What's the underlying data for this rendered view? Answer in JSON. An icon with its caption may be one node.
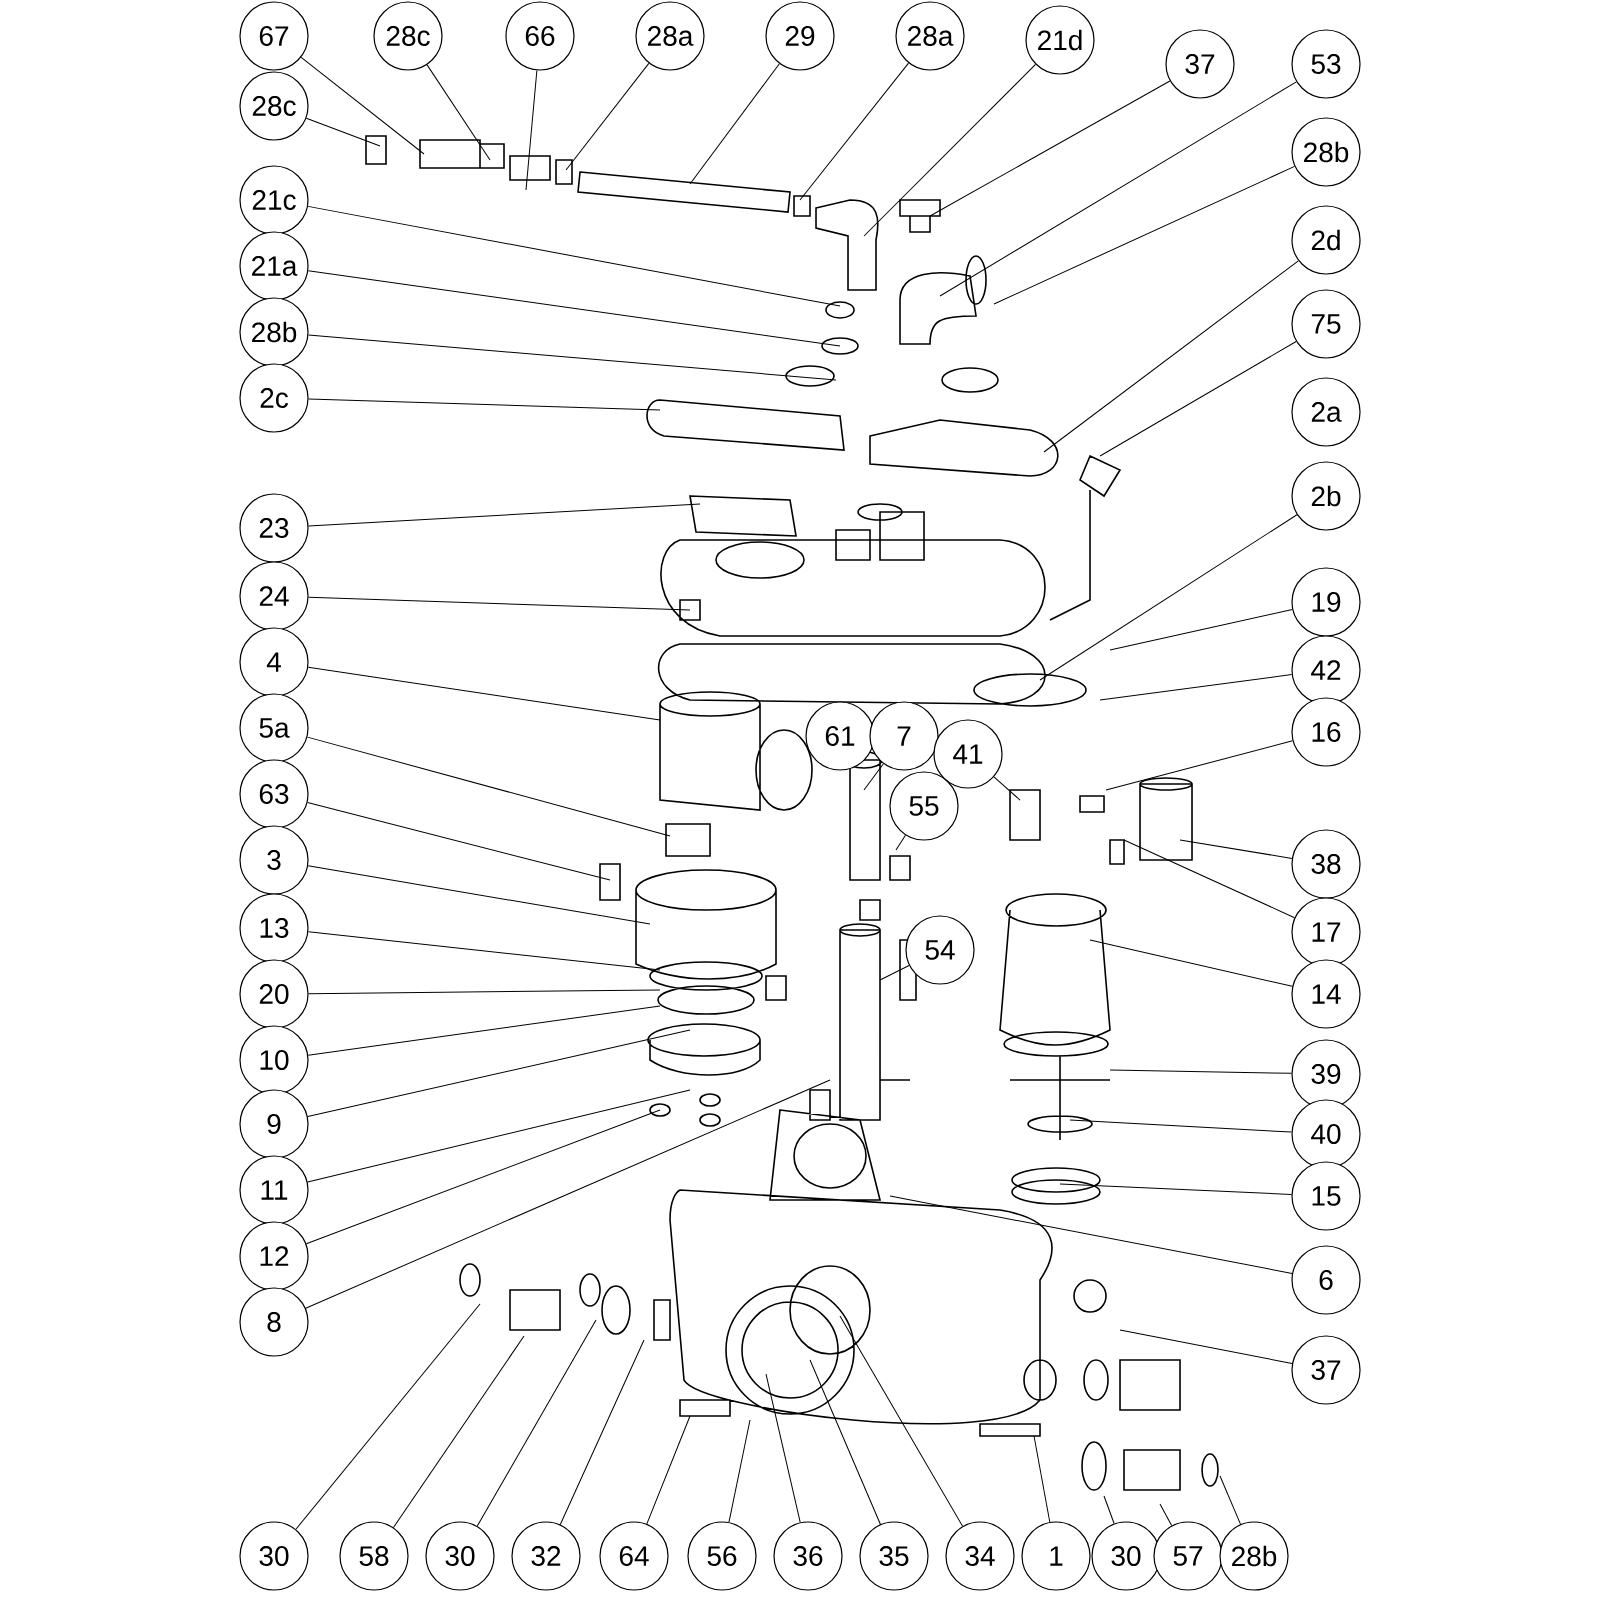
{
  "diagram": {
    "nodes": [
      {
        "text": [
          "67"
        ]
      },
      {
        "text": [
          "28c"
        ]
      },
      {
        "text": [
          "66"
        ]
      },
      {
        "text": [
          "28a"
        ]
      },
      {
        "text": [
          "29"
        ]
      },
      {
        "text": [
          "28a"
        ]
      },
      {
        "text": [
          "21d"
        ]
      },
      {
        "text": [
          "37"
        ]
      },
      {
        "text": [
          "53"
        ]
      },
      {
        "text": [
          "28c"
        ]
      },
      {
        "text": [
          "28b"
        ]
      },
      {
        "text": [
          "21c"
        ]
      },
      {
        "text": [
          "2d"
        ]
      },
      {
        "text": [
          "21a"
        ]
      },
      {
        "text": [
          "75"
        ]
      },
      {
        "text": [
          "28b"
        ]
      },
      {
        "text": [
          "2c"
        ]
      },
      {
        "text": [
          "2a"
        ]
      },
      {
        "text": [
          "2b"
        ]
      },
      {
        "text": [
          "23"
        ]
      },
      {
        "text": [
          "24"
        ]
      },
      {
        "text": [
          "19"
        ]
      },
      {
        "text": [
          "4"
        ]
      },
      {
        "text": [
          "42"
        ]
      },
      {
        "text": [
          "61"
        ]
      },
      {
        "text": [
          "7"
        ]
      },
      {
        "text": [
          "5a"
        ]
      },
      {
        "text": [
          "41"
        ]
      },
      {
        "text": [
          "16"
        ]
      },
      {
        "text": [
          "55"
        ]
      },
      {
        "text": [
          "63"
        ]
      },
      {
        "text": [
          "38"
        ]
      },
      {
        "text": [
          "3"
        ]
      },
      {
        "text": [
          "17"
        ]
      },
      {
        "text": [
          "13"
        ]
      },
      {
        "text": [
          "54"
        ]
      },
      {
        "text": [
          "14"
        ]
      },
      {
        "text": [
          "20"
        ]
      },
      {
        "text": [
          "10"
        ]
      },
      {
        "text": [
          "39"
        ]
      },
      {
        "text": [
          "9"
        ]
      },
      {
        "text": [
          "40"
        ]
      },
      {
        "text": [
          "11"
        ]
      },
      {
        "text": [
          "15"
        ]
      },
      {
        "text": [
          "12"
        ]
      },
      {
        "text": [
          "6"
        ]
      },
      {
        "text": [
          "8"
        ]
      },
      {
        "text": [
          "37"
        ]
      },
      {
        "text": [
          "30"
        ]
      },
      {
        "text": [
          "58"
        ]
      },
      {
        "text": [
          "30"
        ]
      },
      {
        "text": [
          "32"
        ]
      },
      {
        "text": [
          "64"
        ]
      },
      {
        "text": [
          "56"
        ]
      },
      {
        "text": [
          "36"
        ]
      },
      {
        "text": [
          "35"
        ]
      },
      {
        "text": [
          "34"
        ]
      },
      {
        "text": [
          "1"
        ]
      },
      {
        "text": [
          "30"
        ]
      },
      {
        "text": [
          "57"
        ]
      },
      {
        "text": [
          "28b"
        ]
      }
    ],
    "edges": [
      {
        "from": 0,
        "to": null,
        "arrow": "none"
      },
      {
        "from": 1,
        "to": null,
        "arrow": "none"
      },
      {
        "from": 2,
        "to": null,
        "arrow": "none"
      },
      {
        "from": 3,
        "to": null,
        "arrow": "none"
      },
      {
        "from": 4,
        "to": null,
        "arrow": "none"
      },
      {
        "from": 5,
        "to": null,
        "arrow": "none"
      },
      {
        "from": 6,
        "to": null,
        "arrow": "none"
      },
      {
        "from": 7,
        "to": null,
        "arrow": "none"
      },
      {
        "from": 8,
        "to": null,
        "arrow": "none"
      },
      {
        "from": 9,
        "to": null,
        "arrow": "none"
      },
      {
        "from": 10,
        "to": null,
        "arrow": "none"
      },
      {
        "from": 11,
        "to": null,
        "arrow": "none"
      },
      {
        "from": 12,
        "to": null,
        "arrow": "none"
      },
      {
        "from": 13,
        "to": null,
        "arrow": "none"
      },
      {
        "from": 14,
        "to": null,
        "arrow": "none"
      },
      {
        "from": 15,
        "to": null,
        "arrow": "none"
      },
      {
        "from": 16,
        "to": null,
        "arrow": "none"
      },
      {
        "from": 18,
        "to": null,
        "arrow": "none"
      },
      {
        "from": 19,
        "to": null,
        "arrow": "none"
      },
      {
        "from": 20,
        "to": null,
        "arrow": "none"
      },
      {
        "from": 21,
        "to": null,
        "arrow": "none"
      },
      {
        "from": 22,
        "to": null,
        "arrow": "none"
      },
      {
        "from": 23,
        "to": null,
        "arrow": "none"
      },
      {
        "from": 25,
        "to": null,
        "arrow": "none"
      },
      {
        "from": 26,
        "to": null,
        "arrow": "none"
      },
      {
        "from": 27,
        "to": null,
        "arrow": "none"
      },
      {
        "from": 28,
        "to": null,
        "arrow": "none"
      },
      {
        "from": 29,
        "to": null,
        "arrow": "none"
      },
      {
        "from": 30,
        "to": null,
        "arrow": "none"
      },
      {
        "from": 31,
        "to": null,
        "arrow": "none"
      },
      {
        "from": 32,
        "to": null,
        "arrow": "none"
      },
      {
        "from": 33,
        "to": null,
        "arrow": "none"
      },
      {
        "from": 34,
        "to": null,
        "arrow": "none"
      },
      {
        "from": 35,
        "to": null,
        "arrow": "none"
      },
      {
        "from": 36,
        "to": null,
        "arrow": "none"
      },
      {
        "from": 37,
        "to": null,
        "arrow": "none"
      },
      {
        "from": 38,
        "to": null,
        "arrow": "none"
      },
      {
        "from": 39,
        "to": null,
        "arrow": "none"
      },
      {
        "from": 40,
        "to": null,
        "arrow": "none"
      },
      {
        "from": 41,
        "to": null,
        "arrow": "none"
      },
      {
        "from": 42,
        "to": null,
        "arrow": "none"
      },
      {
        "from": 43,
        "to": null,
        "arrow": "none"
      },
      {
        "from": 44,
        "to": null,
        "arrow": "none"
      },
      {
        "from": 45,
        "to": null,
        "arrow": "none"
      },
      {
        "from": 46,
        "to": null,
        "arrow": "none"
      },
      {
        "from": 47,
        "to": null,
        "arrow": "none"
      },
      {
        "from": 48,
        "to": null,
        "arrow": "none"
      },
      {
        "from": 49,
        "to": null,
        "arrow": "none"
      },
      {
        "from": 50,
        "to": null,
        "arrow": "none"
      },
      {
        "from": 51,
        "to": null,
        "arrow": "none"
      },
      {
        "from": 52,
        "to": null,
        "arrow": "none"
      },
      {
        "from": 53,
        "to": null,
        "arrow": "none"
      },
      {
        "from": 54,
        "to": null,
        "arrow": "none"
      },
      {
        "from": 55,
        "to": null,
        "arrow": "none"
      },
      {
        "from": 56,
        "to": null,
        "arrow": "none"
      },
      {
        "from": 57,
        "to": null,
        "arrow": "none"
      },
      {
        "from": 58,
        "to": null,
        "arrow": "none"
      },
      {
        "from": 59,
        "to": null,
        "arrow": "none"
      },
      {
        "from": 60,
        "to": null,
        "arrow": "none"
      }
    ]
  }
}
